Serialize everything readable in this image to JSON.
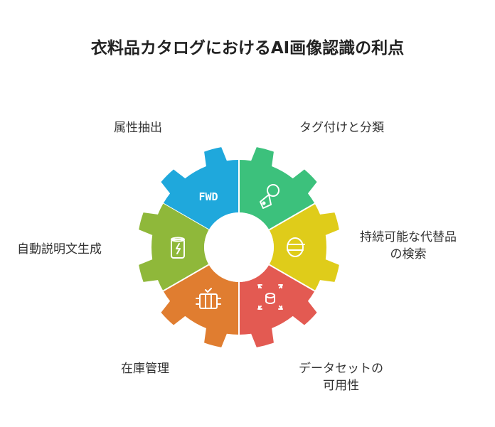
{
  "title": "衣料品カタログにおけるAI画像認識の利点",
  "segments": [
    {
      "label": "属性抽出",
      "color": "#1fa8dc",
      "icon": "fwd-tag-icon",
      "icon_text": "FWD"
    },
    {
      "label": "タグ付けと分類",
      "color": "#3cc17c",
      "icon": "tag-icon"
    },
    {
      "label_lines": [
        "持続可能な代替品",
        "の検索"
      ],
      "color": "#dfcc1a",
      "icon": "swap-icon"
    },
    {
      "label_lines": [
        "データセットの",
        "可用性"
      ],
      "color": "#e35a52",
      "icon": "database-scan-icon"
    },
    {
      "label": "在庫管理",
      "color": "#e07d30",
      "icon": "inventory-box-icon"
    },
    {
      "label": "自動説明文生成",
      "color": "#8fb83a",
      "icon": "battery-can-icon"
    }
  ]
}
